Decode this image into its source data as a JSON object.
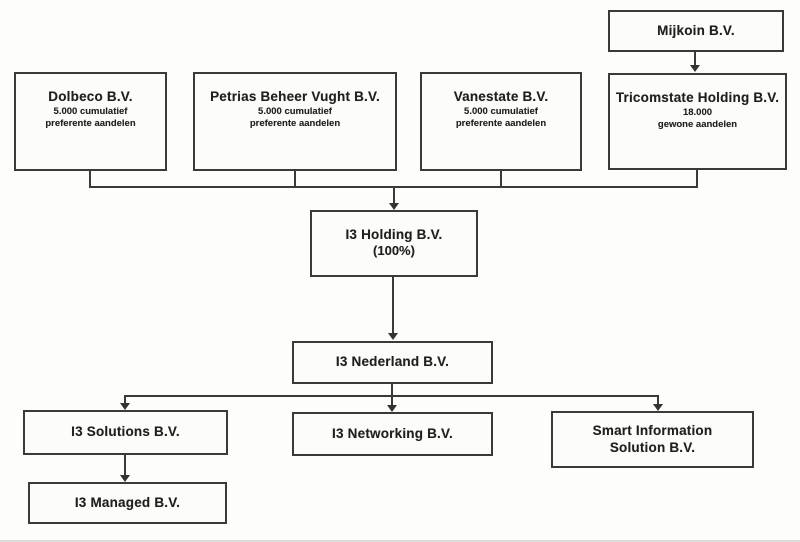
{
  "diagram": {
    "type": "org-chart",
    "colors": {
      "background": "#fdfdfc",
      "box_border": "#3a3a3a",
      "line": "#3a3a3a",
      "text": "#1f1f1f"
    },
    "nodes": {
      "mijkoin": {
        "title": "Mijkoin B.V."
      },
      "dolbeco": {
        "title": "Dolbeco B.V.",
        "sub1": "5.000 cumulatief",
        "sub2": "preferente aandelen"
      },
      "petrias": {
        "title": "Petrias Beheer Vught B.V.",
        "sub1": "5.000 cumulatief",
        "sub2": "preferente aandelen"
      },
      "vanestate": {
        "title": "Vanestate B.V.",
        "sub1": "5.000 cumulatief",
        "sub2": "preferente aandelen"
      },
      "tricomstate": {
        "title": "Tricomstate Holding B.V.",
        "sub1": "18.000",
        "sub2": "gewone aandelen"
      },
      "holding": {
        "title": "I3 Holding B.V.",
        "sub1": "(100%)"
      },
      "nederland": {
        "title": "I3 Nederland B.V."
      },
      "solutions": {
        "title": "I3 Solutions B.V."
      },
      "networking": {
        "title": "I3 Networking B.V."
      },
      "smart": {
        "title": "Smart Information Solution B.V."
      },
      "managed": {
        "title": "I3 Managed B.V."
      }
    },
    "edges": [
      "Mijkoin B.V. -> Tricomstate Holding B.V.",
      "Dolbeco B.V. -> I3 Holding B.V.",
      "Petrias Beheer Vught B.V. -> I3 Holding B.V.",
      "Vanestate B.V. -> I3 Holding B.V.",
      "Tricomstate Holding B.V. -> I3 Holding B.V.",
      "I3 Holding B.V. -> I3 Nederland B.V.",
      "I3 Nederland B.V. -> I3 Solutions B.V.",
      "I3 Nederland B.V. -> I3 Networking B.V.",
      "I3 Nederland B.V. -> Smart Information Solution B.V.",
      "I3 Solutions B.V. -> I3 Managed B.V."
    ]
  }
}
